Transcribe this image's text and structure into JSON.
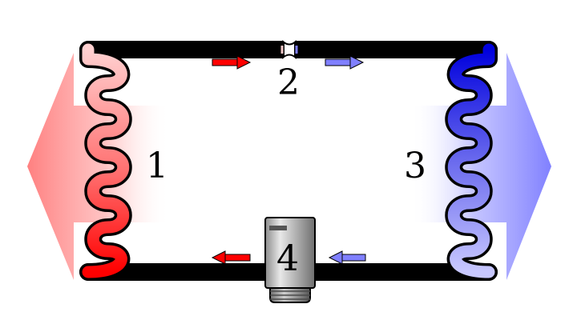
{
  "diagram": {
    "labels": {
      "condenser": "1",
      "expansion_valve": "2",
      "evaporator": "3",
      "compressor": "4"
    },
    "colors": {
      "hot": "#ff0000",
      "hot_light": "#ffc8c8",
      "cold": "#0000dd",
      "cold_light": "#c8c8ff",
      "heat_out_arrow": "#ff8080",
      "heat_in_arrow": "#8080ff",
      "outline": "#000000",
      "compressor_body": "#a0a0a0",
      "background": "#ffffff"
    }
  }
}
